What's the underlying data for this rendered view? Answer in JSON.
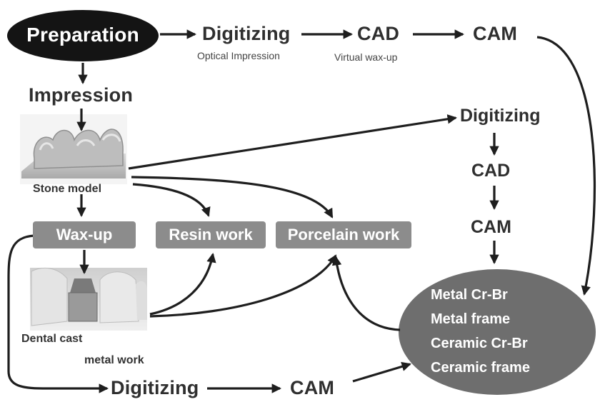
{
  "top_row": {
    "start": "Preparation",
    "step1": "Digitizing",
    "step1_sub": "Optical Impression",
    "step2": "CAD",
    "step2_sub": "Virtual wax-up",
    "step3": "CAM"
  },
  "left_column": {
    "impression": "Impression",
    "stone_model_caption": "Stone model"
  },
  "right_column": {
    "digitizing": "Digitizing",
    "cad": "CAD",
    "cam": "CAM"
  },
  "work_boxes": {
    "wax_up": "Wax-up",
    "resin_work": "Resin work",
    "porcelain_work": "Porcelain work"
  },
  "lower_left": {
    "dental_cast_caption": "Dental cast",
    "metal_work_caption": "metal work"
  },
  "bottom_row": {
    "digitizing": "Digitizing",
    "cam": "CAM"
  },
  "outcome": {
    "items": [
      "Metal Cr-Br",
      "Metal frame",
      "Ceramic Cr-Br",
      "Ceramic frame"
    ]
  },
  "colors": {
    "start_fill": "#141414",
    "box_fill": "#8c8c8c",
    "ellipse_fill": "#6e6e6e",
    "arrow": "#1e1e1e"
  }
}
